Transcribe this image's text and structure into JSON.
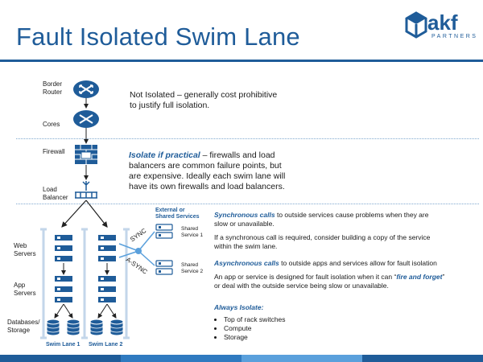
{
  "title": "Fault Isolated Swim Lane",
  "logo": {
    "name": "akf",
    "sub": "PARTNERS"
  },
  "labels": {
    "border_router": [
      "Border",
      "Router"
    ],
    "cores": "Cores",
    "firewall": "Firewall",
    "load_balancer": [
      "Load",
      "Balancer"
    ],
    "web_servers": [
      "Web",
      "Servers"
    ],
    "app_servers": [
      "App",
      "Servers"
    ],
    "databases": [
      "Databases/",
      "Storage"
    ],
    "swim_lane_1": "Swim Lane 1",
    "swim_lane_2": "Swim Lane 2",
    "external": [
      "External or",
      "Shared Services"
    ],
    "shared_1": [
      "Shared",
      "Service 1"
    ],
    "shared_2": [
      "Shared",
      "Service 2"
    ],
    "sync": "SYNC",
    "async": "A-SYNC"
  },
  "text": {
    "not_isolated": [
      "Not Isolated – generally cost prohibitive",
      "to justify full isolation."
    ],
    "isolate_em": "Isolate if practical",
    "isolate_rest_1": " – firewalls and load",
    "isolate_lines": [
      "balancers are common failure points, but",
      "are expensive.  Ideally each swim lane will",
      "have its own firewalls and load balancers."
    ],
    "sync_em": "Synchronous calls",
    "sync_rest": " to outside services cause problems when they are",
    "sync_line2": "slow or unavailable.",
    "sync_p2": [
      "If a synchronous call is required, consider building a copy of the service",
      "within the swim lane."
    ],
    "async_em": "Asynchronous calls",
    "async_rest": " to outside apps and services allow for fault isolation",
    "async_p2_a": "An app or service is designed for fault isolation when it can “",
    "async_p2_em": "fire and forget",
    "async_p2_b": "”",
    "async_p2_line2": "or deal with the outside service being slow or unavailable.",
    "always_em": "Always Isolate:",
    "always_items": [
      "Top of rack switches",
      "Compute",
      "Storage"
    ]
  },
  "colors": {
    "brand": "#1f5c99",
    "light": "#7fa8cf"
  }
}
